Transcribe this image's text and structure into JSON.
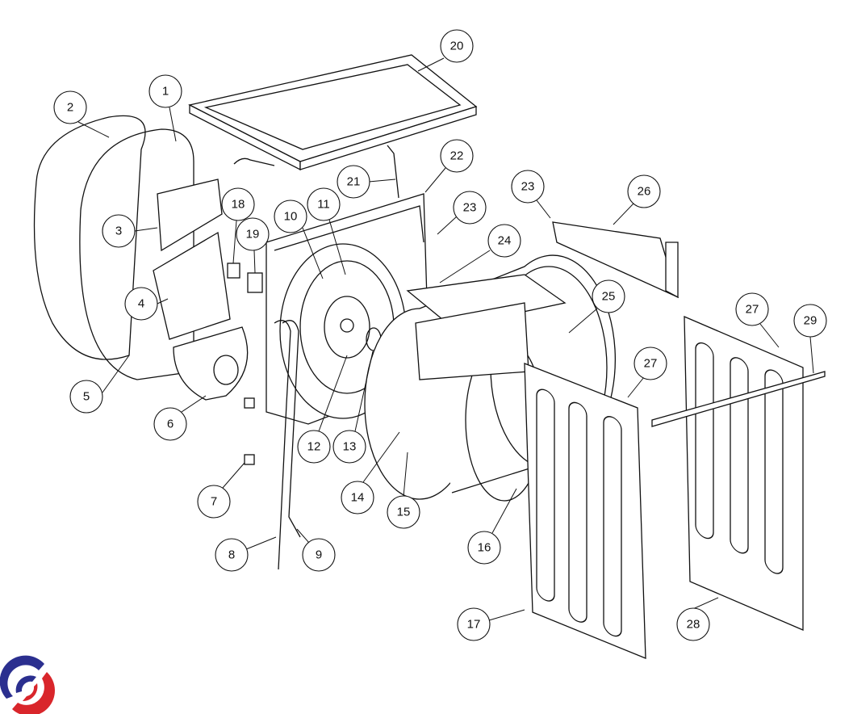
{
  "callouts": [
    "1",
    "2",
    "3",
    "4",
    "5",
    "6",
    "7",
    "8",
    "9",
    "10",
    "11",
    "12",
    "13",
    "14",
    "15",
    "16",
    "17",
    "18",
    "19",
    "20",
    "21",
    "22",
    "23",
    "23",
    "24",
    "25",
    "26",
    "27",
    "27",
    "28",
    "29"
  ],
  "colors": {
    "line": "#111111",
    "logo_blue": "#2b2f8f",
    "logo_red": "#d9262b"
  }
}
